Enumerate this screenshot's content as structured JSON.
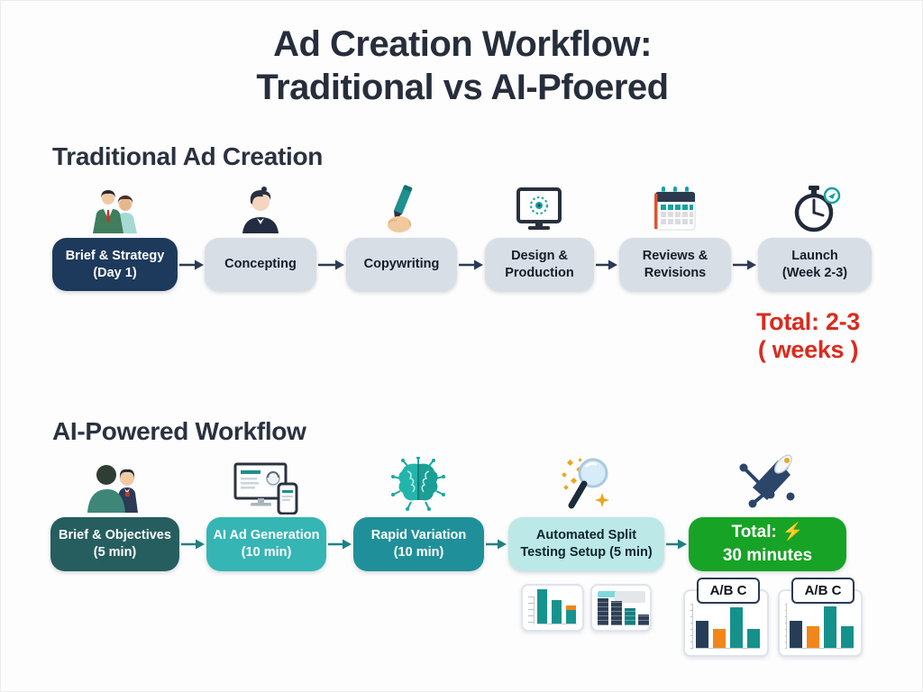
{
  "title": {
    "line1": "Ad Creation Workflow:",
    "line2": "Traditional vs AI-Pfoered"
  },
  "traditional": {
    "heading": "Traditional Ad Creation",
    "steps": [
      {
        "line1": "Brief & Strategy",
        "line2": "(Day 1)",
        "icon": "meeting-icon",
        "bg": "#1d3a5c",
        "fg": "#ffffff"
      },
      {
        "line1": "Concepting",
        "line2": "",
        "icon": "person-icon",
        "bg": "#d8dee6",
        "fg": "#131d29"
      },
      {
        "line1": "Copywriting",
        "line2": "",
        "icon": "pen-hand-icon",
        "bg": "#d8dee6",
        "fg": "#131d29"
      },
      {
        "line1": "Design &",
        "line2": "Production",
        "icon": "design-monitor-icon",
        "bg": "#d8dee6",
        "fg": "#131d29"
      },
      {
        "line1": "Reviews &",
        "line2": "Revisions",
        "icon": "calendar-icon",
        "bg": "#d8dee6",
        "fg": "#131d29"
      },
      {
        "line1": "Launch",
        "line2": "(Week 2-3)",
        "icon": "stopwatch-icon",
        "bg": "#d8dee6",
        "fg": "#131d29"
      }
    ],
    "total": {
      "line1": "Total: 2-3",
      "line2": "( weeks )",
      "color": "#d92b1f"
    }
  },
  "ai": {
    "heading": "AI-Powered Workflow",
    "steps": [
      {
        "line1": "Brief & Objectives",
        "line2": "(5 min)",
        "icon": "conversation-icon",
        "bg": "#265e5f",
        "fg": "#ffffff"
      },
      {
        "line1": "AI Ad Generation",
        "line2": "(10 min)",
        "icon": "devices-icon",
        "bg": "#36b5b5",
        "fg": "#ffffff"
      },
      {
        "line1": "Rapid Variation",
        "line2": "(10 min)",
        "icon": "ai-brain-icon",
        "bg": "#1f9099",
        "fg": "#ffffff"
      },
      {
        "line1": "Automated Split",
        "line2": "Testing Setup (5 min)",
        "icon": "search-sparkles-icon",
        "bg": "#bce9e8",
        "fg": "#0e2430"
      },
      {
        "line1": "Total:",
        "bolt": "⚡",
        "line2": "30 minutes",
        "icon": "megaphone-icon",
        "bg": "#17a326",
        "fg": "#ffffff",
        "bolt_color": "#ffd21c"
      }
    ]
  },
  "mini_charts": {
    "decline_chart": {
      "type": "bar",
      "bars": [
        {
          "h": 38,
          "c": "#17938d"
        },
        {
          "h": 26,
          "c": "#17938d"
        },
        {
          "h": 15,
          "c": "#17938d",
          "cap": 5,
          "capc": "#f1861b"
        }
      ]
    },
    "stacked_chart": {
      "type": "bar",
      "bars": [
        {
          "h": 30,
          "c": "#2e4057"
        },
        {
          "h": 27,
          "c": "#2e4057"
        },
        {
          "h": 19,
          "c": "#157f82"
        },
        {
          "h": 12,
          "c": "#2e4057"
        }
      ],
      "header_color": "#7fd9dd"
    }
  },
  "ab_tests": {
    "cards": [
      {
        "label": "A/B C",
        "type": "bar",
        "bars": [
          {
            "h": 30,
            "c": "#273d57"
          },
          {
            "h": 21,
            "c": "#f1861b"
          },
          {
            "h": 45,
            "c": "#15918c"
          },
          {
            "h": 21,
            "c": "#15918c"
          }
        ]
      },
      {
        "label": "A/B C",
        "type": "bar",
        "bars": [
          {
            "h": 30,
            "c": "#273d57"
          },
          {
            "h": 24,
            "c": "#f1861b"
          },
          {
            "h": 46,
            "c": "#15918c"
          },
          {
            "h": 24,
            "c": "#15918c"
          }
        ]
      }
    ]
  },
  "colors": {
    "title_text": "#272e3b",
    "traditional_navy": "#1d3a5c",
    "traditional_gray": "#d8dee6",
    "arrow_traditional": "#2b3a55",
    "arrow_ai": "#1f8082",
    "ai_dark_teal": "#265e5f",
    "ai_turquoise": "#36b5b5",
    "ai_teal": "#1f9099",
    "ai_mint": "#bce9e8",
    "total_green": "#17a326",
    "total_red": "#d92b1f"
  }
}
